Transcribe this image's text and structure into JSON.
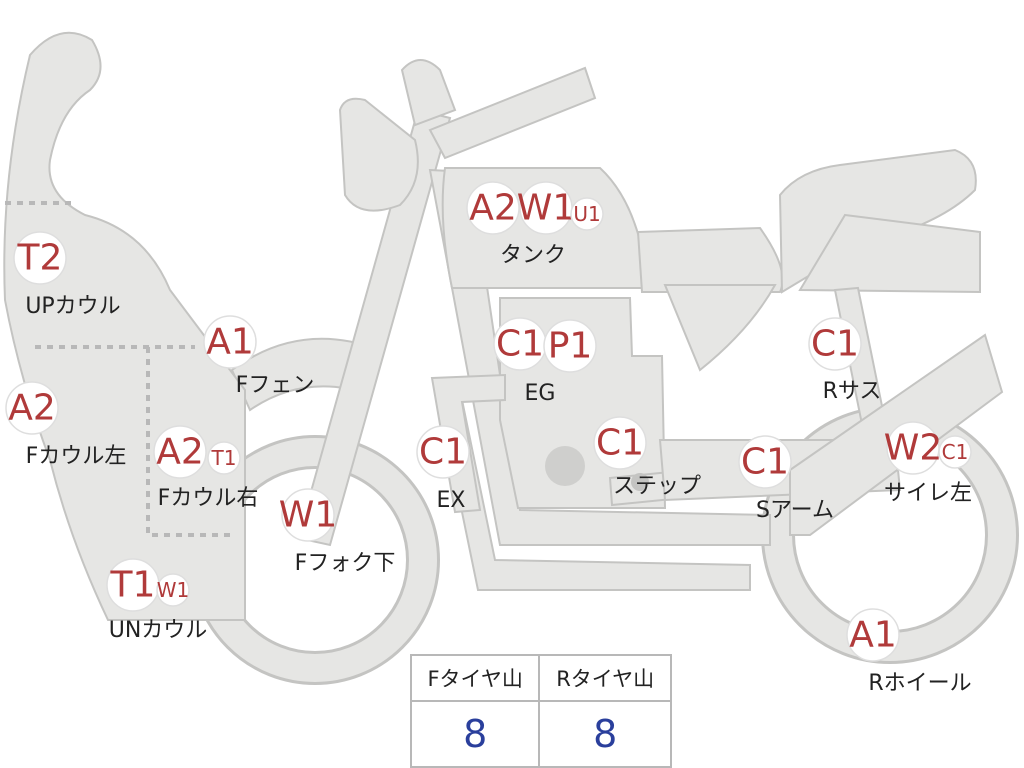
{
  "colors": {
    "part_fill": "#e6e6e4",
    "badge_text": "#b03a3a",
    "tread_value": "#2a3f9c",
    "label_text": "#222222"
  },
  "parts": [
    {
      "id": "up-cowl",
      "label": "UPカウル",
      "badges": [
        "T2"
      ]
    },
    {
      "id": "f-cowl-left",
      "label": "Fカウル左",
      "badges": [
        "A2"
      ]
    },
    {
      "id": "f-cowl-right",
      "label": "Fカウル右",
      "badges": [
        "A2",
        "T1"
      ]
    },
    {
      "id": "un-cowl",
      "label": "UNカウル",
      "badges": [
        "T1",
        "W1"
      ]
    },
    {
      "id": "f-fender",
      "label": "Fフェン",
      "badges": [
        "A1"
      ]
    },
    {
      "id": "f-fork-lower",
      "label": "Fフォク下",
      "badges": [
        "W1"
      ]
    },
    {
      "id": "tank",
      "label": "タンク",
      "badges": [
        "A2",
        "W1",
        "U1"
      ]
    },
    {
      "id": "engine",
      "label": "EG",
      "badges": [
        "C1",
        "P1"
      ]
    },
    {
      "id": "exhaust",
      "label": "EX",
      "badges": [
        "C1"
      ]
    },
    {
      "id": "step",
      "label": "ステップ",
      "badges": [
        "C1"
      ]
    },
    {
      "id": "r-suspension",
      "label": "Rサス",
      "badges": [
        "C1"
      ]
    },
    {
      "id": "swing-arm",
      "label": "Sアーム",
      "badges": [
        "C1"
      ]
    },
    {
      "id": "silencer-left",
      "label": "サイレ左",
      "badges": [
        "W2",
        "C1"
      ]
    },
    {
      "id": "r-wheel",
      "label": "Rホイール",
      "badges": [
        "A1"
      ]
    }
  ],
  "tire_table": {
    "headers": [
      "Fタイヤ山",
      "Rタイヤ山"
    ],
    "values": [
      "8",
      "8"
    ]
  }
}
